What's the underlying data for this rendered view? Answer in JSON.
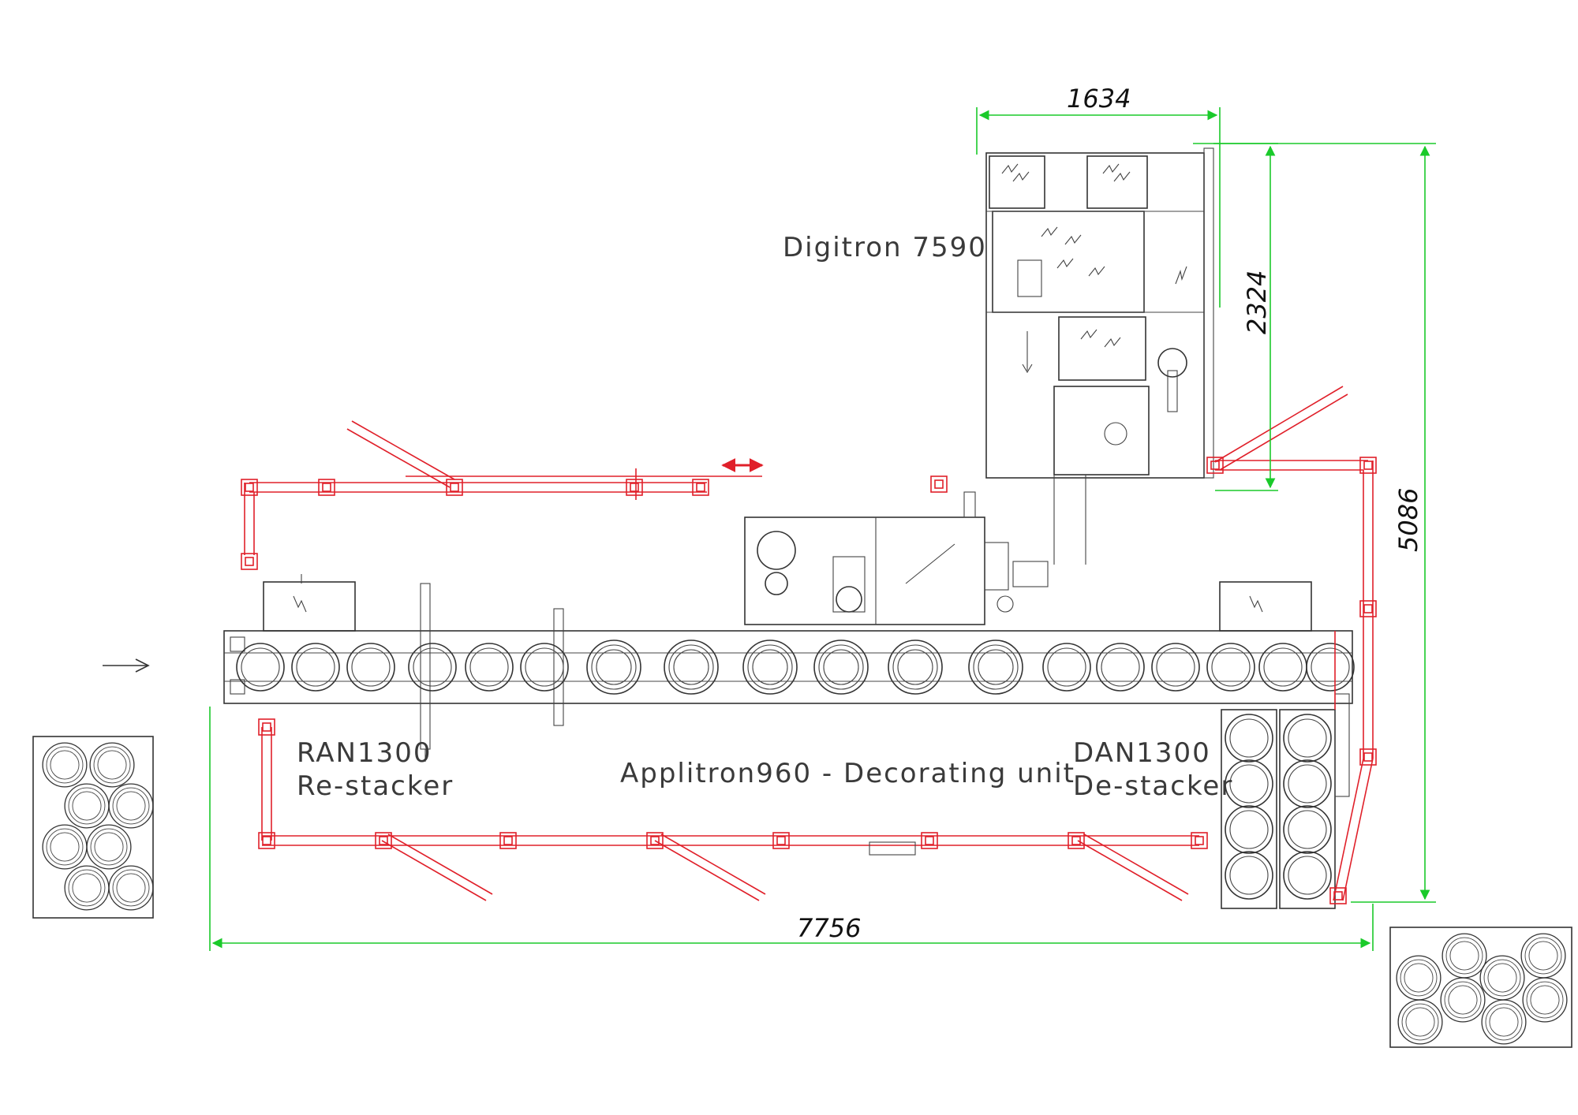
{
  "labels": {
    "digitron": "Digitron 7590",
    "ran_model": "RAN1300",
    "ran_desc": "Re-stacker",
    "applitron": "Applitron960 - Decorating unit",
    "dan_model": "DAN1300",
    "dan_desc": "De-stacker"
  },
  "dimensions": {
    "width_top": "1634",
    "height_digitron": "2324",
    "height_total": "5086",
    "length_total": "7756"
  },
  "colors": {
    "machine": "#333333",
    "conveyor": "#e0202a",
    "dimension": "#1aca2a"
  },
  "icons": {
    "flow_arrow": "right-arrow-icon",
    "motion_arrow": "double-arrow-icon"
  }
}
